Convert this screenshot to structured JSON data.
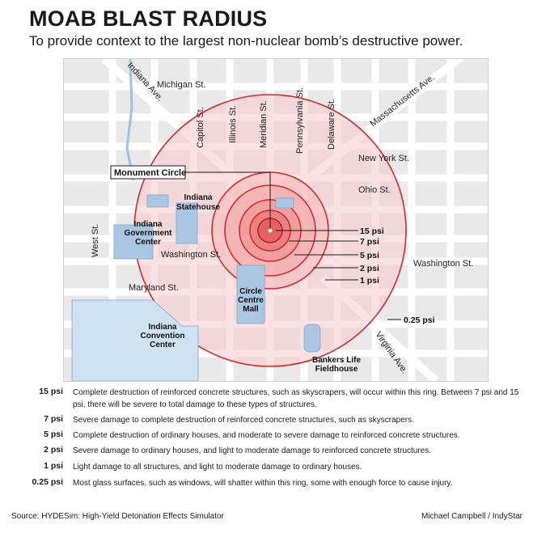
{
  "header": {
    "title": "MOAB BLAST RADIUS",
    "subtitle": "To provide context to the largest non-nuclear bomb’s destructive power."
  },
  "map": {
    "streets": {
      "indiana_ave": "Indiana Ave.",
      "michigan": "Michigan St.",
      "capitol": "Capitol St.",
      "illinois": "Illinois St.",
      "meridian": "Meridian St.",
      "pennsylvania": "Pennsylvania St.",
      "delaware": "Delaware St.",
      "massachusetts": "Massachusetts Ave.",
      "new_york": "New York St.",
      "ohio": "Ohio St.",
      "west": "West St.",
      "washington_left": "Washington St.",
      "washington_right": "Washington St.",
      "maryland": "Maryland St.",
      "virginia": "Virginia Ave."
    },
    "places": {
      "monument_circle": "Monument Circle",
      "statehouse_1": "Indiana",
      "statehouse_2": "Statehouse",
      "gov_1": "Indiana",
      "gov_2": "Government",
      "gov_3": "Center",
      "mall_1": "Circle",
      "mall_2": "Centre",
      "mall_3": "Mall",
      "conv_1": "Indiana",
      "conv_2": "Convention",
      "conv_3": "Center",
      "bankers_1": "Bankers Life",
      "bankers_2": "Fieldhouse"
    },
    "rings": [
      {
        "label": "15 psi"
      },
      {
        "label": "7 psi"
      },
      {
        "label": "5 psi"
      },
      {
        "label": "2 psi"
      },
      {
        "label": "1 psi"
      },
      {
        "label": "0.25 psi"
      }
    ],
    "colors": {
      "ring": "#d7282f",
      "fill": "#f7c9c9",
      "building": "#a9c6e3",
      "water": "#cfe2f3",
      "road": "#ffffff",
      "background": "#e9e9e9"
    }
  },
  "legend": [
    {
      "psi": "15 psi",
      "text": "Complete destruction of reinforced concrete structures, such as skyscrapers, will occur within this ring. Between 7 psi and 15 psi, there will be severe to total damage to these types of structures."
    },
    {
      "psi": "7 psi",
      "text": "Severe damage to complete destruction of reinforced concrete structures, such as skyscrapers."
    },
    {
      "psi": "5 psi",
      "text": "Complete destruction of ordinary houses, and moderate to severe damage to reinforced concrete structures."
    },
    {
      "psi": "2 psi",
      "text": "Severe damage to ordinary houses, and light to moderate damage to reinforced concrete structures."
    },
    {
      "psi": "1 psi",
      "text": "Light damage to all structures, and light to moderate damage to ordinary houses."
    },
    {
      "psi": "0.25 psi",
      "text": "Most glass surfaces, such as windows, will shatter within this ring, some with enough force to cause injury."
    }
  ],
  "footer": {
    "source": "Source: HYDESim: High-Yield Detonation Effects Simulator",
    "credit": "Michael Campbell / IndyStar"
  }
}
